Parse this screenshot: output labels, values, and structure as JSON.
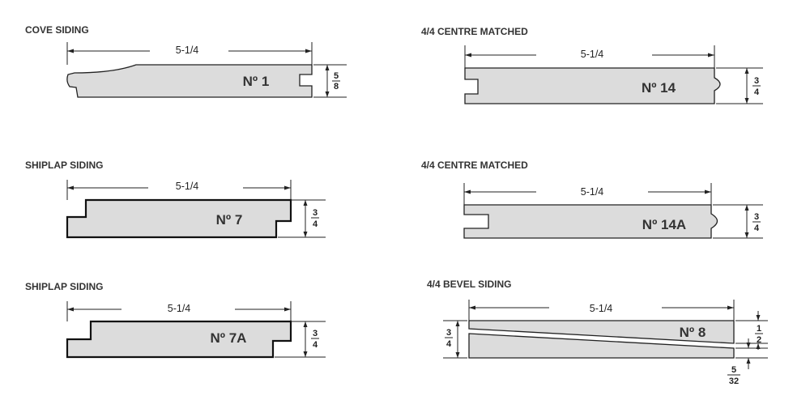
{
  "profiles": [
    {
      "title": "COVE SIDING",
      "width_label": "5-1/4",
      "number": "Nº 1",
      "thickness": {
        "num": "5",
        "den": "8"
      }
    },
    {
      "title": "SHIPLAP SIDING",
      "width_label": "5-1/4",
      "number": "Nº 7",
      "thickness": {
        "num": "3",
        "den": "4"
      }
    },
    {
      "title": "SHIPLAP SIDING",
      "width_label": "5-1/4",
      "number": "Nº 7A",
      "thickness": {
        "num": "3",
        "den": "4"
      }
    },
    {
      "title": "4/4 CENTRE MATCHED",
      "width_label": "5-1/4",
      "number": "Nº 14",
      "thickness": {
        "num": "3",
        "den": "4"
      }
    },
    {
      "title": "4/4 CENTRE MATCHED",
      "width_label": "5-1/4",
      "number": "Nº 14A",
      "thickness": {
        "num": "3",
        "den": "4"
      }
    },
    {
      "title": "4/4 BEVEL SIDING",
      "width_label": "5-1/4",
      "number": "Nº 8",
      "thickness": {
        "num": "3",
        "den": "4"
      },
      "top_thickness": {
        "num": "1",
        "den": "2"
      },
      "bottom_thickness": {
        "num": "5",
        "den": "32"
      }
    }
  ]
}
